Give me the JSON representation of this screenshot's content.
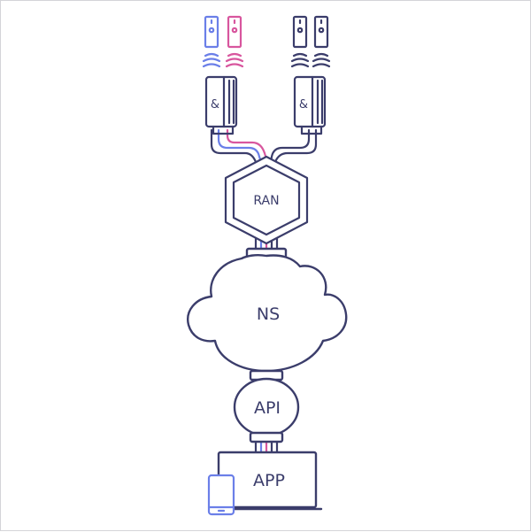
{
  "diagram": {
    "nodes": {
      "ran": "RAN",
      "ns": "NS",
      "api": "API",
      "app": "APP"
    },
    "gateway_glyph": "&"
  },
  "colors": {
    "outline": "#3b3d6b",
    "blue": "#6b7fe8",
    "pink": "#d8569e",
    "fill": "#ffffff",
    "frame": "#d4d4d8"
  },
  "icons": {
    "devices": [
      "blue-device-icon",
      "pink-device-icon",
      "navy-device-icon",
      "navy-device-icon"
    ],
    "gateways": [
      "gateway-icon",
      "gateway-icon"
    ],
    "phone": "phone-icon"
  }
}
